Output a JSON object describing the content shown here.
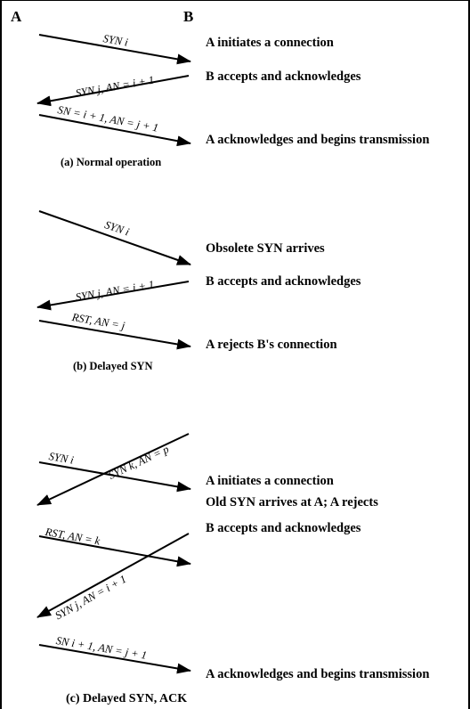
{
  "endpoints": {
    "a": "A",
    "b": "B"
  },
  "sections": [
    {
      "caption": "(a) Normal operation",
      "messages": [
        "SYN i",
        "SYN j, AN = i + 1",
        "SN = i + 1, AN = j + 1"
      ],
      "events": [
        "A initiates a connection",
        "B accepts and acknowledges",
        "A acknowledges and begins transmission"
      ]
    },
    {
      "caption": "(b) Delayed SYN",
      "messages": [
        "SYN i",
        "SYN j, AN = i + 1",
        "RST, AN = j"
      ],
      "events": [
        "Obsolete SYN arrives",
        "B accepts and acknowledges",
        "A rejects B's connection"
      ]
    },
    {
      "caption": "(c) Delayed SYN, ACK",
      "messages": [
        "SYN i",
        "SYN k, AN = p",
        "RST, AN = k",
        "SYN j, AN = i + 1",
        "SN i + 1, AN = j + 1"
      ],
      "events": [
        "A initiates a connection",
        "Old SYN arrives at A; A rejects",
        "B accepts and acknowledges",
        "A acknowledges and begins transmission"
      ]
    }
  ]
}
